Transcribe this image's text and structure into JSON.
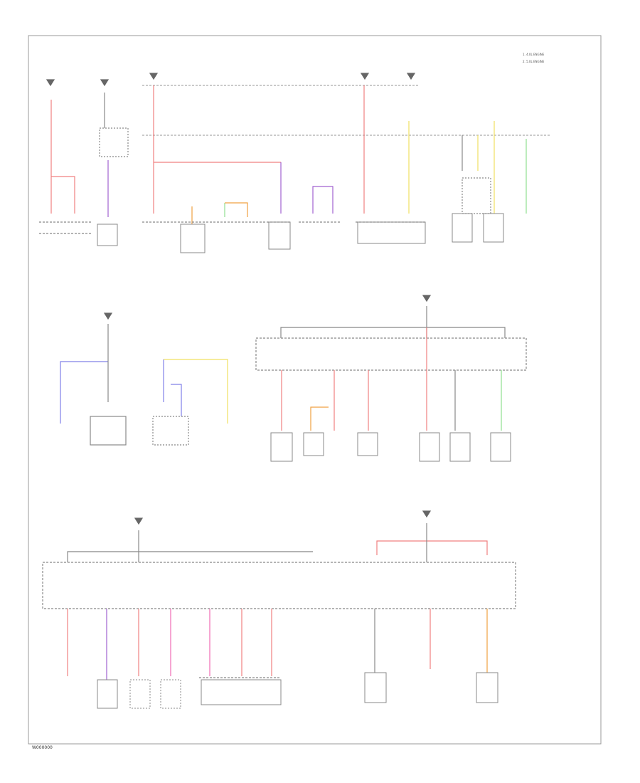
{
  "page": {
    "footer_id": "W000000"
  },
  "legend": {
    "lines": [
      "1. 4.0L ENGINE",
      "2. 5.0L ENGINE"
    ]
  },
  "colors": {
    "wire_red": "#f08080",
    "wire_pink": "#f06ab4",
    "wire_violet": "#a060d0",
    "wire_yellow": "#f0e060",
    "wire_green": "#90e090",
    "wire_blue": "#8080e8",
    "wire_orange": "#f0a040",
    "wire_gray": "#888888",
    "frame": "#999999",
    "text": "#444444"
  },
  "icons": {
    "splice": "splice-dot",
    "fuse": "fuse-symbol",
    "switch": "switch-symbol",
    "ground": "ground-symbol",
    "feed": "power-feed-arrow"
  }
}
